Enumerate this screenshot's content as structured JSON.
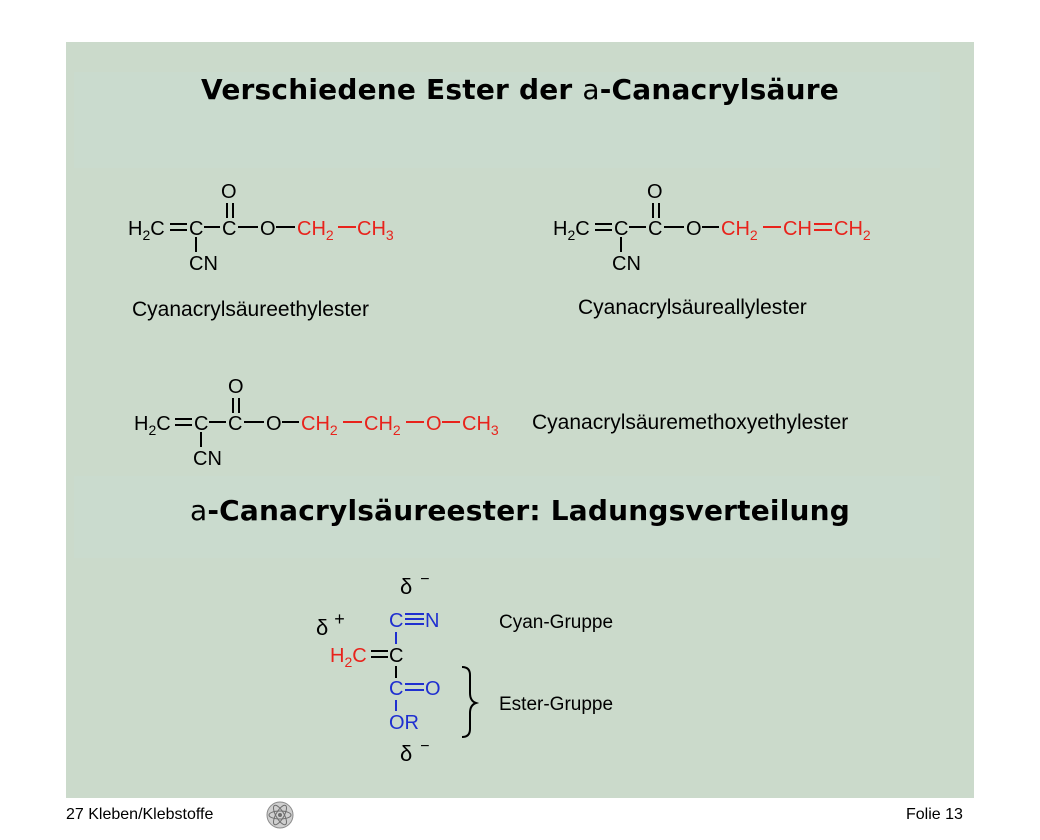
{
  "slide": {
    "title": "Verschiedene Ester der",
    "title_alpha": "a",
    "title_rest": "-Canacrylsäure",
    "subtitle_alpha": "a",
    "subtitle_rest": "-Canacrylsäureester: Ladungsverteilung"
  },
  "structures": {
    "common": {
      "h2c": "H",
      "h2c_sub": "2",
      "h2c_c": "C",
      "c": "C",
      "o_top": "O",
      "o_link": "O",
      "cn": "CN"
    },
    "ethyl": {
      "ch2": "CH",
      "ch2_sub": "2",
      "ch3": "CH",
      "ch3_sub": "3",
      "name": "Cyanacrylsäureethylester"
    },
    "allyl": {
      "ch2": "CH",
      "ch2_sub": "2",
      "ch": "CH",
      "ch2b": "CH",
      "ch2b_sub": "2",
      "name": "Cyanacrylsäureallylester"
    },
    "methoxyethyl": {
      "ch2a": "CH",
      "ch2a_sub": "2",
      "ch2b": "CH",
      "ch2b_sub": "2",
      "o": "O",
      "ch3": "CH",
      "ch3_sub": "3",
      "name": "Cyanacrylsäuremethoxyethylester"
    }
  },
  "charge_diagram": {
    "delta_top": "δ",
    "minus_top": "−",
    "delta_plus": "δ",
    "plus": "+",
    "c_cyan": "C",
    "n_cyan": "N",
    "h2c_h": "H",
    "h2c_sub": "2",
    "h2c_c": "C",
    "c_center": "C",
    "c_ester": "C",
    "o_ester": "O",
    "or": "OR",
    "delta_bottom": "δ",
    "minus_bottom": "−",
    "cyan_label": "Cyan-Gruppe",
    "ester_label": "Ester-Gruppe"
  },
  "colors": {
    "black": "#000000",
    "red": "#e8231c",
    "blue": "#1f2fd0",
    "panel": "#cbdacb"
  },
  "footer": {
    "left": "27 Kleben/Klebstoffe",
    "right": "Folie 13",
    "logo_icon": "atom-logo-icon"
  }
}
